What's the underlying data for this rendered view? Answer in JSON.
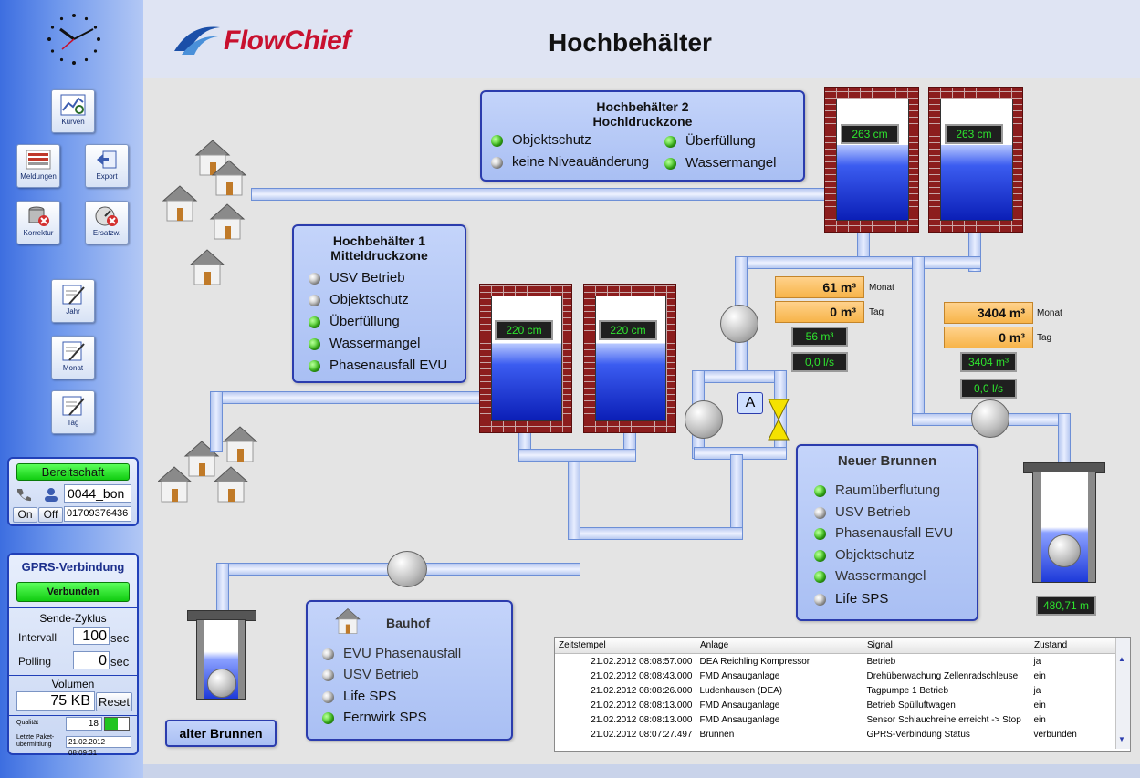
{
  "header": {
    "title": "Hochbehälter",
    "logo": "FlowChief"
  },
  "sidebar": {
    "buttons": [
      {
        "label": "Kurven",
        "icon": "chart-icon"
      },
      {
        "label": "Meldungen",
        "icon": "messages-icon"
      },
      {
        "label": "Export",
        "icon": "export-icon"
      },
      {
        "label": "Korrektur",
        "icon": "database-correct-icon"
      },
      {
        "label": "Ersatzw.",
        "icon": "gauge-replace-icon"
      },
      {
        "label": "Jahr",
        "icon": "year-report-icon"
      },
      {
        "label": "Monat",
        "icon": "month-report-icon"
      },
      {
        "label": "Tag",
        "icon": "day-report-icon"
      }
    ],
    "standby": {
      "label": "Bereitschaft",
      "user": "0044_bon",
      "phone": "01709376436",
      "on": "On",
      "off": "Off"
    },
    "gprs": {
      "title": "GPRS-Verbindung",
      "status": "Verbunden",
      "send_cycle": "Sende-Zyklus",
      "interval_label": "Intervall",
      "interval_value": "100",
      "polling_label": "Polling",
      "polling_value": "0",
      "unit": "sec",
      "volume_label": "Volumen",
      "volume_value": "75 KB",
      "reset": "Reset",
      "quality_label": "Qualität",
      "quality_value": "18",
      "last_packet_label1": "Letzte Paket-",
      "last_packet_label2": "übermittlung",
      "last_packet_value": "21.02.2012 08:09:31"
    }
  },
  "panels": {
    "hb2": {
      "title1": "Hochbehälter 2",
      "title2": "Hochldruckzone",
      "items": [
        {
          "label": "Objektschutz",
          "state": "green"
        },
        {
          "label": "Überfüllung",
          "state": "green"
        },
        {
          "label": "keine Niveauänderung",
          "state": "grey"
        },
        {
          "label": "Wassermangel",
          "state": "green"
        }
      ]
    },
    "hb1": {
      "title1": "Hochbehälter 1",
      "title2": "Mitteldruckzone",
      "items": [
        {
          "label": "USV Betrieb",
          "state": "grey"
        },
        {
          "label": "Objektschutz",
          "state": "grey"
        },
        {
          "label": "Überfüllung",
          "state": "green"
        },
        {
          "label": "Wassermangel",
          "state": "green"
        },
        {
          "label": "Phasenausfall EVU",
          "state": "green"
        }
      ]
    },
    "brunnen": {
      "title": "Neuer Brunnen",
      "items": [
        {
          "label": "Raumüberflutung",
          "state": "green"
        },
        {
          "label": "USV Betrieb",
          "state": "grey"
        },
        {
          "label": "Phasenausfall EVU",
          "state": "green"
        },
        {
          "label": "Objektschutz",
          "state": "green"
        },
        {
          "label": "Wassermangel",
          "state": "green"
        },
        {
          "label": "Life SPS",
          "state": "grey"
        }
      ]
    },
    "bauhof": {
      "title": "Bauhof",
      "items": [
        {
          "label": "EVU Phasenausfall",
          "state": "grey"
        },
        {
          "label": "USV Betrieb",
          "state": "grey"
        },
        {
          "label": "Life SPS",
          "state": "grey"
        },
        {
          "label": "Fernwirk SPS",
          "state": "green"
        }
      ]
    }
  },
  "tanks": {
    "hb2_left": "263 cm",
    "hb2_right": "263 cm",
    "hb1_left": "220 cm",
    "hb1_right": "220 cm"
  },
  "meters": {
    "a": {
      "monat": "61 m³",
      "tag": "0 m³",
      "total": "56 m³",
      "flow": "0,0 l/s",
      "monat_label": "Monat",
      "tag_label": "Tag"
    },
    "b": {
      "monat": "3404 m³",
      "tag": "0 m³",
      "total": "3404 m³",
      "flow": "0,0 l/s",
      "monat_label": "Monat",
      "tag_label": "Tag"
    },
    "well_depth": "480,71 m"
  },
  "valve_label": "A",
  "old_well_label": "alter Brunnen",
  "log": {
    "headers": [
      "Zeitstempel",
      "Anlage",
      "Signal",
      "Zustand"
    ],
    "rows": [
      [
        "21.02.2012 08:08:57.000",
        "DEA Reichling Kompressor",
        "Betrieb",
        "ja"
      ],
      [
        "21.02.2012 08:08:43.000",
        "FMD Ansauganlage",
        "Drehüberwachung Zellenradschleuse",
        "ein"
      ],
      [
        "21.02.2012 08:08:26.000",
        "Ludenhausen (DEA)",
        "Tagpumpe 1 Betrieb",
        "ja"
      ],
      [
        "21.02.2012 08:08:13.000",
        "FMD Ansauganlage",
        "Betrieb Spülluftwagen",
        "ein"
      ],
      [
        "21.02.2012 08:08:13.000",
        "FMD Ansauganlage",
        "Sensor Schlauchreihe erreicht -> Stop",
        "ein"
      ],
      [
        "21.02.2012 08:07:27.497",
        "Brunnen",
        "GPRS-Verbindung Status",
        "verbunden"
      ]
    ]
  },
  "colors": {
    "accent": "#2b3cad",
    "led_green": "#3bc419",
    "water": "#1d39d9",
    "brick": "#8c1d1d"
  }
}
